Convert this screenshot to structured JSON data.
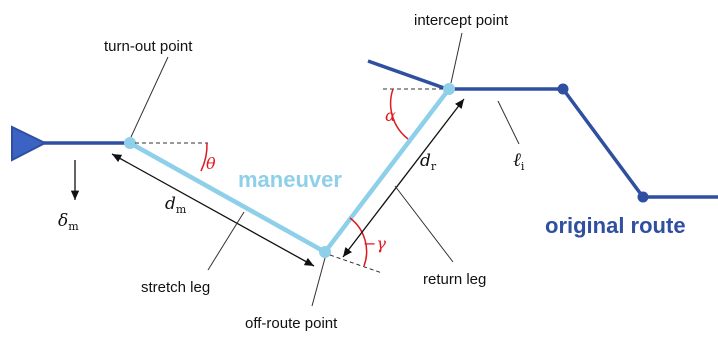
{
  "labels": {
    "turn_out_point": "turn-out point",
    "intercept_point": "intercept point",
    "off_route_point": "off-route point",
    "stretch_leg": "stretch leg",
    "return_leg": "return leg",
    "maneuver": "maneuver",
    "original_route": "original route"
  },
  "symbols": {
    "theta": "θ",
    "alpha": "α",
    "neg_gamma": "−γ",
    "d": "d",
    "d_m_sub": "m",
    "d_r_sub": "r",
    "ell": "ℓ",
    "ell_sub": "i",
    "delta": "δ",
    "delta_sub": "m"
  },
  "colors": {
    "route": "#2f4fa0",
    "maneuver": "#8ecfea",
    "angle": "#e0191e",
    "annotation": "#222222"
  }
}
